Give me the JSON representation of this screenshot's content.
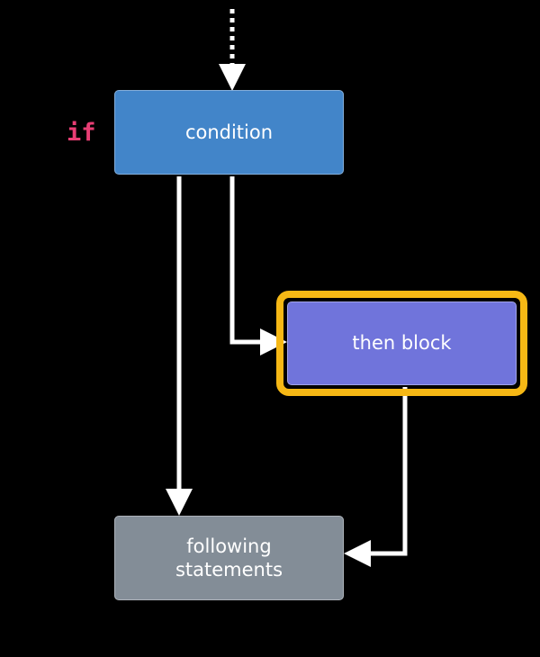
{
  "diagram": {
    "keyword": "if",
    "nodes": {
      "condition": {
        "label": "condition"
      },
      "then_block": {
        "label": "then block",
        "highlighted": true
      },
      "following": {
        "label": "following\nstatements"
      }
    },
    "edges": [
      {
        "from": "entry",
        "to": "condition",
        "style": "dotted"
      },
      {
        "from": "condition",
        "to": "then_block",
        "style": "solid"
      },
      {
        "from": "condition",
        "to": "following",
        "style": "solid"
      },
      {
        "from": "then_block",
        "to": "following",
        "style": "solid"
      }
    ]
  },
  "colors": {
    "background": "#000000",
    "condition_fill": "#4285c9",
    "then_fill": "#7074db",
    "following_fill": "#838d97",
    "highlight": "#f6b815",
    "keyword": "#e83e74",
    "arrow": "#ffffff",
    "text": "#ffffff"
  }
}
